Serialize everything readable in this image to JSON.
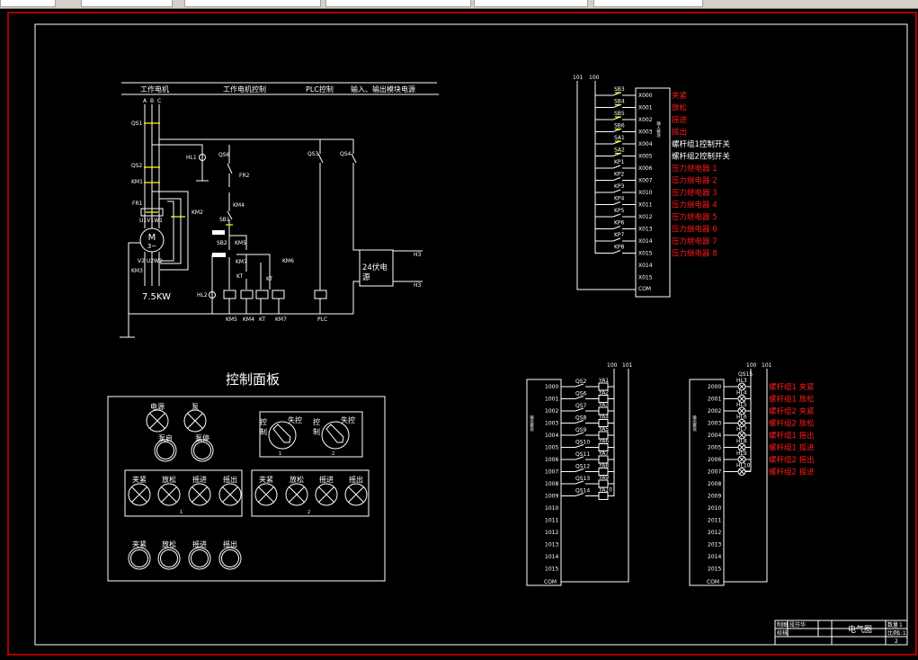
{
  "colors": {
    "background": "#000000",
    "line": "#ffffff",
    "frame": "#e00000",
    "annotation": "#ff1a1a",
    "contact": "#ffff00"
  },
  "schematic": {
    "headers": [
      "工作电机",
      "工作电机控制",
      "PLC控制",
      "输入、输出模块电源"
    ],
    "phases": [
      "A",
      "B",
      "C"
    ],
    "labels": {
      "qs1": "QS1",
      "qs2": "QS2",
      "km1": "KM1",
      "fr1": "FR1",
      "km2": "KM2",
      "km3": "KM3",
      "uvw1": "U1V1W1",
      "uvw2": "V2 U2W2",
      "hl1": "HL1",
      "hl2": "HL2",
      "qs6": "QS6",
      "fr2": "FR2",
      "km4": "KM4",
      "sb1": "SB1",
      "sb2": "SB2",
      "km5": "KM5",
      "km7": "KM7",
      "km6": "KM6",
      "kt1": "KT",
      "kt2": "KT",
      "qs3": "QS3",
      "qs4": "QS4",
      "out1": "H3",
      "out2": "H3"
    },
    "motor": {
      "symbol": "M",
      "phase": "3~",
      "power": "7.5KW"
    },
    "coils": [
      "KM5",
      "KM4",
      "KT",
      "KM7",
      "PLC"
    ],
    "power_supply": [
      "24伏电",
      "源"
    ]
  },
  "input_module": {
    "bus": [
      "101",
      "100"
    ],
    "title": "输入模块",
    "com": "COM",
    "rows": [
      {
        "addr": "X000",
        "sw": "SB3",
        "desc": "夹紧",
        "color": "#ff1a1a"
      },
      {
        "addr": "X001",
        "sw": "SB4",
        "desc": "放松",
        "color": "#ff1a1a"
      },
      {
        "addr": "X002",
        "sw": "SB5",
        "desc": "摇进",
        "color": "#ff1a1a"
      },
      {
        "addr": "X003",
        "sw": "SB6",
        "desc": "摇出",
        "color": "#ff1a1a"
      },
      {
        "addr": "X004",
        "sw": "SA1",
        "desc": "螺杆组1控制开关",
        "color": "#ffffff"
      },
      {
        "addr": "X005",
        "sw": "SA2",
        "desc": "螺杆组2控制开关",
        "color": "#ffffff"
      },
      {
        "addr": "X006",
        "sw": "KP1",
        "desc": "压力继电器 1",
        "color": "#ff1a1a"
      },
      {
        "addr": "X007",
        "sw": "KP2",
        "desc": "压力继电器 2",
        "color": "#ff1a1a"
      },
      {
        "addr": "X010",
        "sw": "KP3",
        "desc": "压力继电器 3",
        "color": "#ff1a1a"
      },
      {
        "addr": "X011",
        "sw": "KP4",
        "desc": "压力继电器 4",
        "color": "#ff1a1a"
      },
      {
        "addr": "X012",
        "sw": "KP5",
        "desc": "压力继电器 5",
        "color": "#ff1a1a"
      },
      {
        "addr": "X013",
        "sw": "KP6",
        "desc": "压力继电器 6",
        "color": "#ff1a1a"
      },
      {
        "addr": "X014",
        "sw": "KP7",
        "desc": "压力继电器 7",
        "color": "#ff1a1a"
      },
      {
        "addr": "X015",
        "sw": "KP8",
        "desc": "压力继电器 8",
        "color": "#ff1a1a"
      },
      {
        "addr": "X014"
      },
      {
        "addr": "X015"
      }
    ]
  },
  "output_module_1": {
    "bus": [
      "100",
      "101"
    ],
    "title": "输出模块",
    "com": "COM",
    "addrs": [
      "1000",
      "1001",
      "1002",
      "1003",
      "1004",
      "1005",
      "1006",
      "1007",
      "1008",
      "1009",
      "1010",
      "1011",
      "1012",
      "1013",
      "1014",
      "1015"
    ],
    "switches": [
      "QS2",
      "QS6",
      "QS7",
      "QS8",
      "QS9",
      "QS10",
      "QS11",
      "QS12",
      "QS13",
      "QS14"
    ],
    "coils": [
      "YA1",
      "YA2",
      "YA3",
      "YA4",
      "YA5",
      "YA6",
      "YA7",
      "YA8",
      "YA9",
      "YA10"
    ]
  },
  "output_module_2": {
    "bus": [
      "100",
      "101"
    ],
    "title": "输出模块",
    "com": "COM",
    "switch": "QS15",
    "addrs": [
      "2000",
      "2001",
      "2002",
      "2003",
      "2004",
      "2005",
      "2006",
      "2007",
      "2008",
      "2009",
      "2010",
      "2011",
      "2012",
      "2013",
      "2014",
      "2015"
    ],
    "lamps": [
      "HL3",
      "HL4",
      "HL5",
      "HL6",
      "HL7",
      "HL8",
      "HL9",
      "HL10"
    ],
    "descs": [
      "螺杆组1 夹紧",
      "螺杆组1 放松",
      "螺杆组2 夹紧",
      "螺杆组2 放松",
      "螺杆组1 摇出",
      "螺杆组1 摇进",
      "螺杆组2 摇出",
      "螺杆组2 摇进"
    ]
  },
  "panel": {
    "title": "控制面板",
    "top_lamps": [
      "电源",
      "泵"
    ],
    "top_buttons": [
      "泵启",
      "泵停"
    ],
    "selectors": [
      {
        "left": "控",
        "left2": "制",
        "right": "失控",
        "tag": "1"
      },
      {
        "left": "控",
        "left2": "制",
        "right": "失控",
        "tag": "2"
      }
    ],
    "lamp_groups": [
      {
        "tag": "1",
        "lamps": [
          "夹紧",
          "放松",
          "摇进",
          "摇出"
        ]
      },
      {
        "tag": "2",
        "lamps": [
          "夹紧",
          "放松",
          "摇进",
          "摇出"
        ]
      }
    ],
    "buttons": [
      "夹紧",
      "放松",
      "摇进",
      "摇出"
    ]
  },
  "title_block": {
    "drawn_label": "制图",
    "drawn_by": "段芬华",
    "check_label": "校核",
    "drawing_name": "电气图",
    "qty_label": "数量",
    "qty": "1",
    "scale_label": "比例",
    "scale": "1:1",
    "sheet": "2"
  }
}
